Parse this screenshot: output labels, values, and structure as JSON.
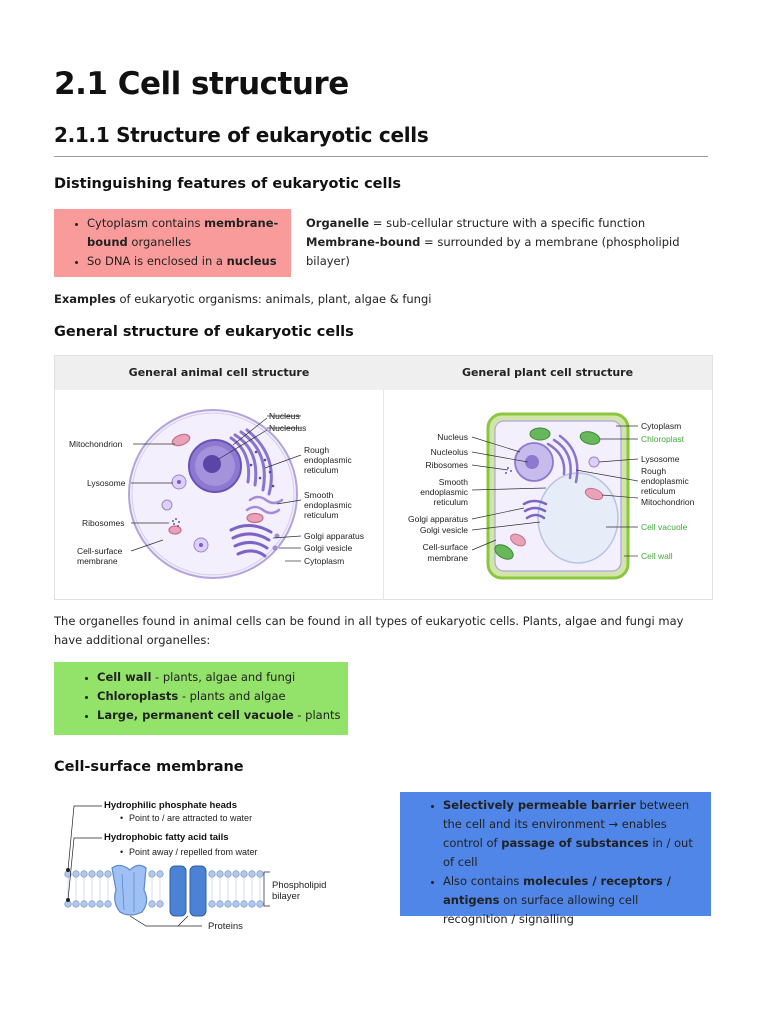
{
  "title": "2.1 Cell structure",
  "subtitle": "2.1.1 Structure of eukaryotic cells",
  "distinguishing": {
    "heading": "Distinguishing features of eukaryotic cells",
    "bullets": [
      {
        "pre": "Cytoplasm contains ",
        "bold": "membrane-bound",
        "post": " organelles"
      },
      {
        "pre": "So DNA is enclosed in a ",
        "bold": "nucleus",
        "post": ""
      }
    ],
    "definitions": [
      {
        "term": "Organelle",
        "text": " = sub-cellular structure with a specific function"
      },
      {
        "term": "Membrane-bound",
        "text": " = surrounded by a membrane (phospholipid bilayer)"
      }
    ],
    "examples": {
      "term": "Examples",
      "text": " of eukaryotic organisms: animals, plant, algae & fungi"
    },
    "box_color": "#f99b9b"
  },
  "general": {
    "heading": "General structure of eukaryotic cells",
    "animal": {
      "title": "General animal cell structure",
      "labels": {
        "nucleus": "Nucleus",
        "nucleolus": "Nucleolus",
        "mitochondrion": "Mitochondrion",
        "rer1": "Rough",
        "rer2": "endoplasmic",
        "rer3": "reticulum",
        "lysosome": "Lysosome",
        "ser1": "Smooth",
        "ser2": "endoplasmic",
        "ser3": "reticulum",
        "ribosomes": "Ribosomes",
        "golgi_app": "Golgi apparatus",
        "golgi_ves": "Golgi vesicle",
        "csm1": "Cell-surface",
        "csm2": "membrane",
        "cytoplasm": "Cytoplasm"
      }
    },
    "plant": {
      "title": "General plant cell structure",
      "labels": {
        "nucleus": "Nucleus",
        "nucleolus": "Nucleolus",
        "ribosomes": "Ribosomes",
        "ser1": "Smooth",
        "ser2": "endoplasmic",
        "ser3": "reticulum",
        "golgi_app": "Golgi apparatus",
        "golgi_ves": "Golgi vesicle",
        "csm1": "Cell-surface",
        "csm2": "membrane",
        "cytoplasm": "Cytoplasm",
        "chloroplast": "Chloroplast",
        "lysosome": "Lysosome",
        "rer1": "Rough",
        "rer2": "endoplasmic",
        "rer3": "reticulum",
        "mitochondrion": "Mitochondrion",
        "vacuole": "Cell vacuole",
        "cell_wall": "Cell wall"
      }
    }
  },
  "additional": {
    "text": "The organelles found in animal cells can be found in all types of eukaryotic cells. Plants, algae and fungi may have additional organelles:",
    "bullets": [
      {
        "bold": "Cell wall",
        "post": " - plants, algae and fungi"
      },
      {
        "bold": "Chloroplasts",
        "post": " - plants and algae"
      },
      {
        "bold": "Large, permanent cell vacuole",
        "post": " - plants"
      }
    ],
    "box_color": "#93e26a"
  },
  "membrane": {
    "heading": "Cell-surface membrane",
    "labels": {
      "heads": "Hydrophilic phosphate heads",
      "heads_sub": "Point to / are attracted to water",
      "tails": "Hydrophobic fatty acid tails",
      "tails_sub": "Point away / repelled from water",
      "bilayer1": "Phospholipid",
      "bilayer2": "bilayer",
      "proteins": "Proteins"
    },
    "box": {
      "b1_bold": "Selectively permeable barrier",
      "b1_t1": " between the cell and its environment → enables control of ",
      "b1_bold2": "passage of substances",
      "b1_t2": " in / out of cell",
      "b2_t1": "Also contains ",
      "b2_bold": "molecules / receptors / antigens",
      "b2_t2": " on surface allowing cell recognition / signalling"
    },
    "box_color": "#4f86e8"
  },
  "colors": {
    "green_label": "#3ea83a",
    "cell_purple": "#7b5cc4",
    "plant_wall": "#8cc63f"
  }
}
